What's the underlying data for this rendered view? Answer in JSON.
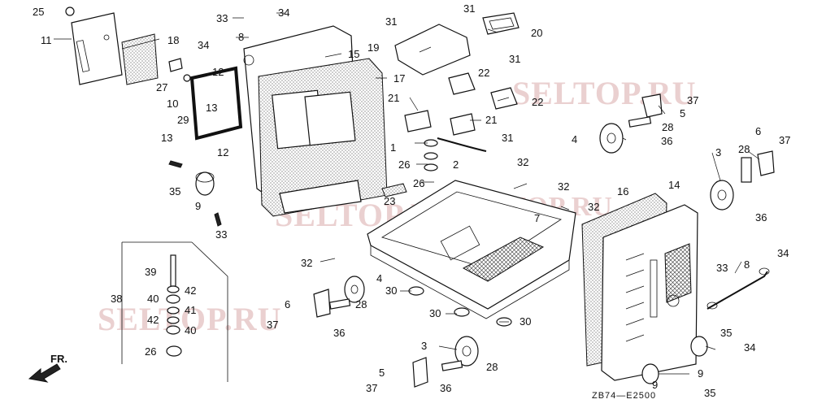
{
  "diagram": {
    "drawing_code": "ZB74—E2500",
    "orientation_label": "FR.",
    "watermarks": [
      "SELTOP.RU",
      "SELTOP.RU",
      "SELTOP.RU",
      "SELTOP.RU"
    ],
    "callouts": [
      "25",
      "11",
      "18",
      "33",
      "34",
      "8",
      "34",
      "15",
      "31",
      "31",
      "20",
      "19",
      "31",
      "27",
      "10",
      "29",
      "12",
      "13",
      "13",
      "12",
      "17",
      "22",
      "22",
      "21",
      "21",
      "37",
      "5",
      "28",
      "36",
      "6",
      "37",
      "4",
      "1",
      "31",
      "26",
      "2",
      "32",
      "3",
      "28",
      "35",
      "26",
      "9",
      "23",
      "32",
      "32",
      "7",
      "16",
      "14",
      "36",
      "33",
      "34",
      "39",
      "42",
      "40",
      "41",
      "42",
      "40",
      "38",
      "26",
      "32",
      "4",
      "30",
      "6",
      "28",
      "37",
      "36",
      "30",
      "30",
      "8",
      "33",
      "34",
      "35",
      "9",
      "3",
      "28",
      "5",
      "36",
      "37",
      "9",
      "35"
    ]
  }
}
